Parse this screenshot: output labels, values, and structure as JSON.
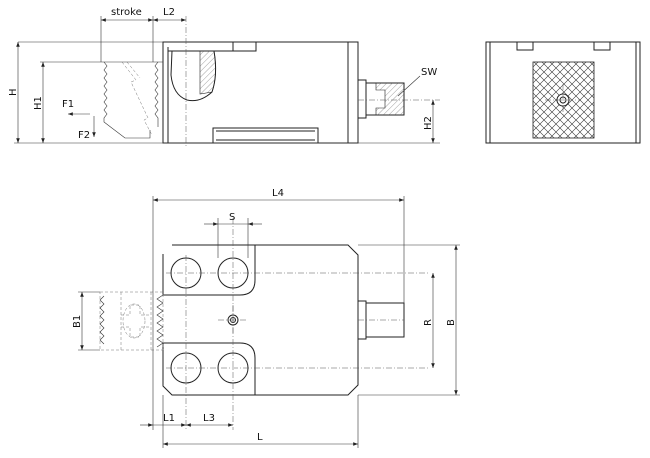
{
  "drawing": {
    "labels": {
      "stroke": "stroke",
      "L2": "L2",
      "H": "H",
      "H1": "H1",
      "H2": "H2",
      "F1": "F1",
      "F2": "F2",
      "SW": "SW",
      "L4": "L4",
      "S": "S",
      "R": "R",
      "B": "B",
      "B1": "B1",
      "L1": "L1",
      "L3": "L3",
      "L": "L"
    },
    "line_color": "#222222"
  }
}
